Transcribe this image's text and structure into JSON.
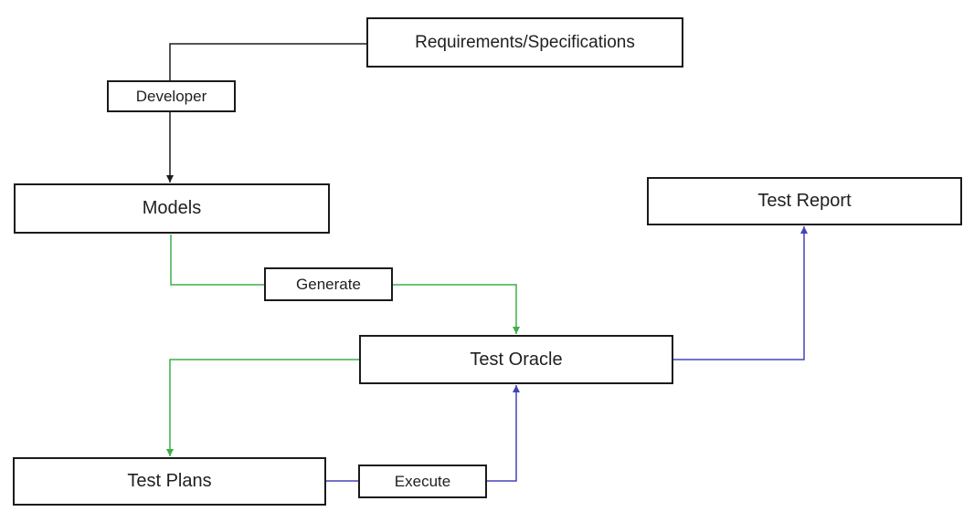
{
  "diagram": {
    "nodes": {
      "requirements": {
        "label": "Requirements/Specifications"
      },
      "developer": {
        "label": "Developer"
      },
      "models": {
        "label": "Models"
      },
      "generate": {
        "label": "Generate"
      },
      "test_oracle": {
        "label": "Test Oracle"
      },
      "test_plans": {
        "label": "Test Plans"
      },
      "execute": {
        "label": "Execute"
      },
      "test_report": {
        "label": "Test Report"
      }
    },
    "edges": [
      {
        "from": "requirements",
        "to": "models",
        "label_node": "developer",
        "color_name": "black"
      },
      {
        "from": "models",
        "to": "test_oracle",
        "label_node": "generate",
        "color_name": "green"
      },
      {
        "from": "test_oracle",
        "to": "test_plans",
        "label_node": "",
        "color_name": "green"
      },
      {
        "from": "test_plans",
        "to": "test_oracle",
        "label_node": "execute",
        "color_name": "blue"
      },
      {
        "from": "test_oracle",
        "to": "test_report",
        "label_node": "",
        "color_name": "blue"
      }
    ],
    "colors": {
      "black": "#1b1b1b",
      "green": "#3fae49",
      "blue": "#4343bb",
      "box_border": "#1b1b1b",
      "box_fill": "#ffffff",
      "text": "#1f1f1f",
      "background": "#ffffff"
    }
  }
}
